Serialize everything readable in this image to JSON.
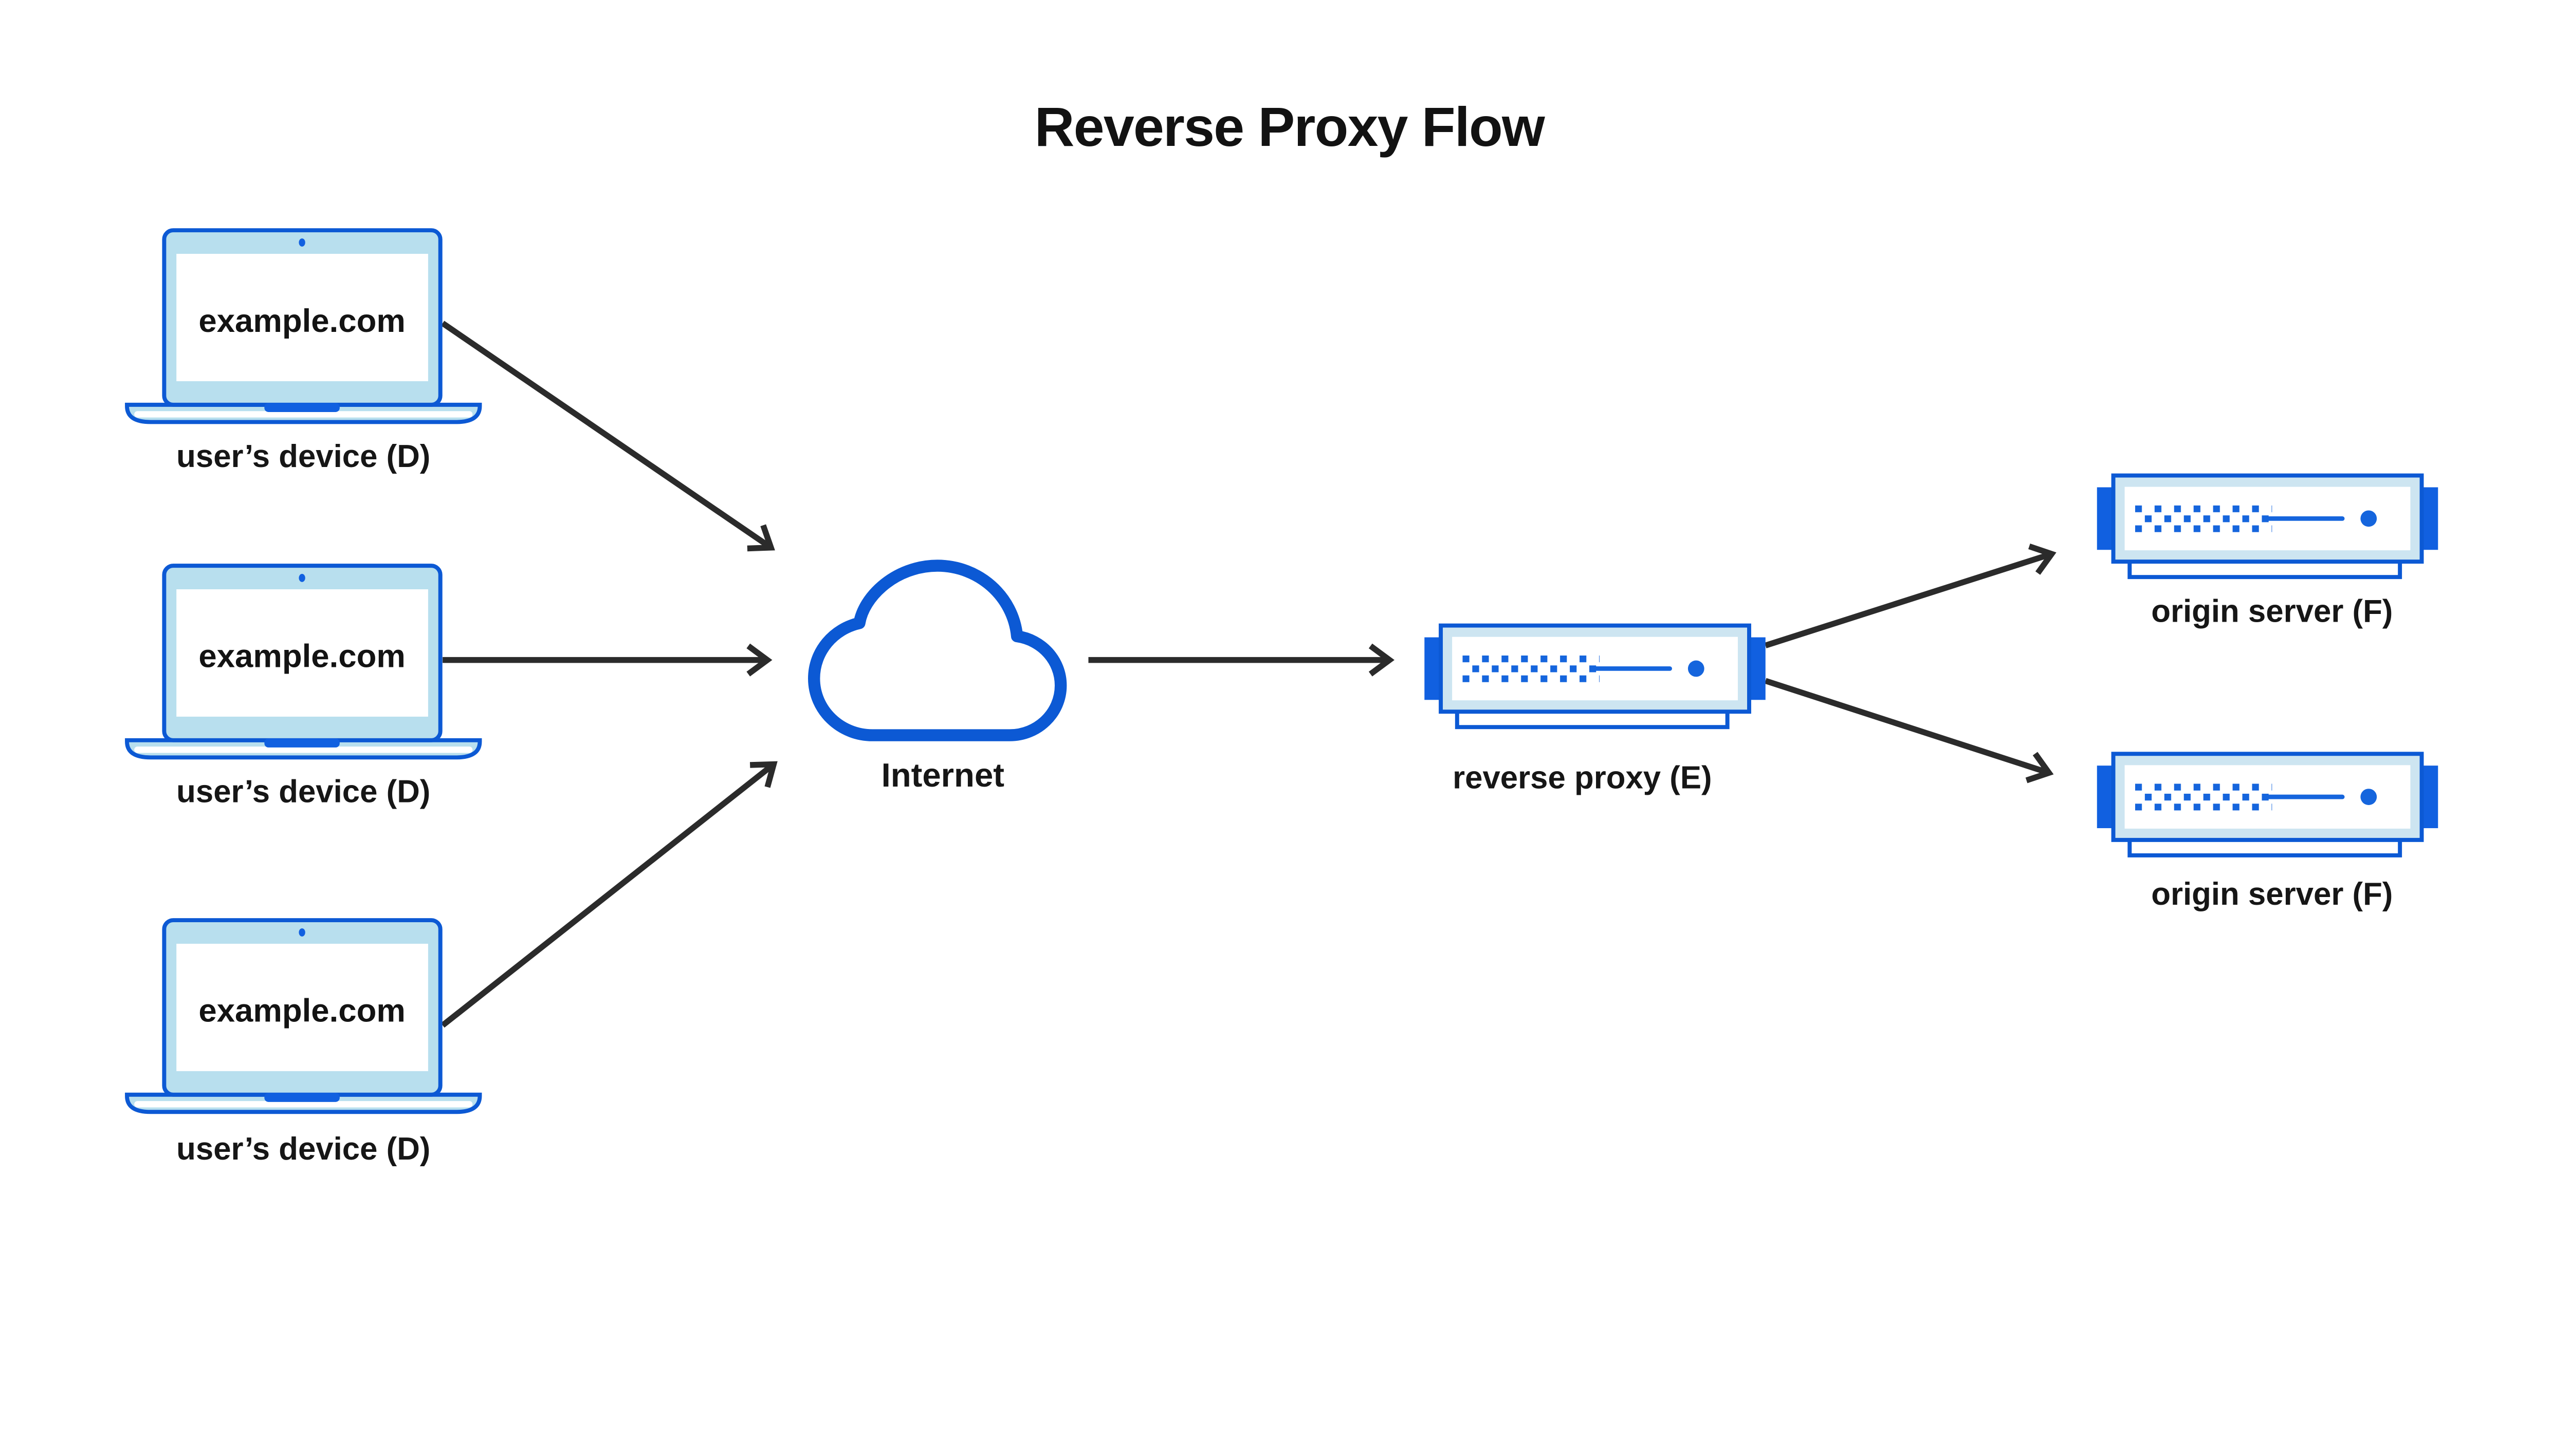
{
  "title": "Reverse Proxy Flow",
  "colors": {
    "stroke_blue": "#0c59d4",
    "accent_blue": "#1160e0",
    "detail_blue": "#1565dd",
    "laptop_fill": "#b8dfee",
    "server_fill": "#cde5f1",
    "arrow": "#2b2b2b",
    "text": "#161616",
    "background": "#ffffff"
  },
  "diagram": {
    "devices": [
      {
        "screen": "example.com",
        "label": "user’s device (D)"
      },
      {
        "screen": "example.com",
        "label": "user’s device (D)"
      },
      {
        "screen": "example.com",
        "label": "user’s device (D)"
      }
    ],
    "internet": {
      "label": "Internet"
    },
    "proxy": {
      "label": "reverse proxy (E)"
    },
    "origins": [
      {
        "label": "origin server (F)"
      },
      {
        "label": "origin server (F)"
      }
    ]
  }
}
